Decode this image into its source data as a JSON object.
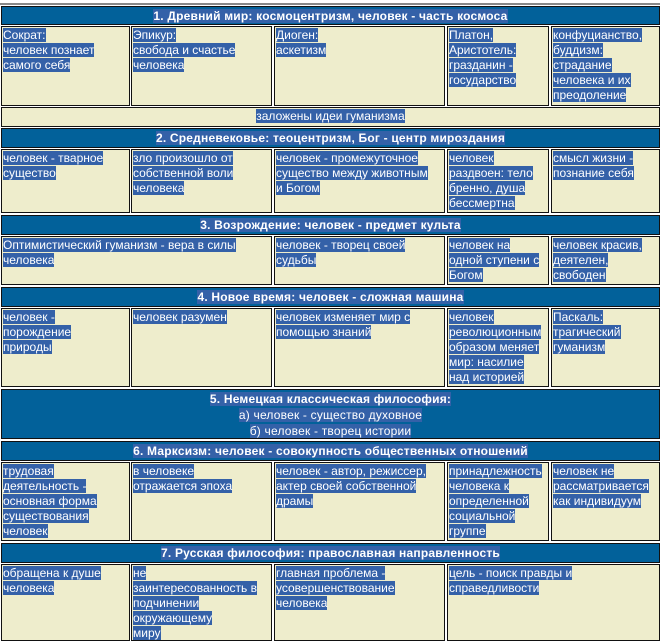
{
  "sections": [
    {
      "header": [
        "1.     Древний мир: космоцентризм, человек - часть космоса"
      ],
      "layout": "5",
      "cells": [
        "Сократ:\nчеловек познает\nсамого себя",
        "Эпикур:\nсвобода и счастье\nчеловека",
        "Диоген:\nаскетизм",
        "Платон,\nАристотель:\nгразданин -\nгосударство",
        "конфуцианство,\nбуддизм:\nстрадание\nчеловека и их\nпреодоление"
      ],
      "footer": "заложены идеи гуманизма"
    },
    {
      "header": [
        "2.     Средневековье: теоцентризм, Бог - центр мироздания"
      ],
      "layout": "5",
      "cells": [
        "человек - тварное\nсущество",
        "зло произошло от\nсобственной воли\nчеловека",
        "человек - промежуточное\nсущество между животным\nи Богом",
        "человек\nраздвоен: тело\nбренно, душа\nбессмертна",
        "смысл жизни -\nпознание себя"
      ]
    },
    {
      "header": [
        "3.     Возрождение: человек - предмет культа"
      ],
      "layout": "ab",
      "cells": [
        "Оптимистический гуманизм - вера в силы\nчеловека",
        "человек - творец своей\nсудьбы",
        "человек на\nодной ступени с\nБогом",
        "человек красив,\nдеятелен,\nсвободен"
      ]
    },
    {
      "header": [
        "4.     Новое время: человек - сложная машина"
      ],
      "layout": "5",
      "cells": [
        "человек -\nпорождение\nприроды",
        "человек разумен",
        "человек изменяет мир с\nпомощью знаний",
        "человек\nреволюционным\nобразом меняет\nмир: насилие\nнад историей",
        "Паскаль:\nтрагический\nгуманизм"
      ]
    },
    {
      "header": [
        "5.     Немецкая классическая философия:",
        "а)    человек - существо духовное",
        "б)    человек - творец истории"
      ],
      "layout": "none",
      "cells": []
    },
    {
      "header": [
        "6.     Марксизм: человек - совокупность общественных отношений"
      ],
      "layout": "5",
      "cells": [
        "трудовая\nдеятельность -\nосновная форма\nсуществования\nчеловек",
        "в человеке\nотражается эпоха",
        "человек - автор, режиссер,\nактер своей собственной\nдрамы",
        "принадлежность\nчеловека к\nопределенной\nсоциальной\nгруппе",
        "человек не\nрассматривается\nкак индивидуум"
      ]
    },
    {
      "header": [
        "7.     Русская философия: православная направленность"
      ],
      "layout": "de",
      "cells": [
        "обращена к душе\nчеловека",
        "не\nзаинтересованность в\nподчинении\nокружающему\nмиру",
        "главная проблема -\nусовершенствование\nчеловека",
        "цель - поиск правды и\nсправедливости"
      ]
    }
  ],
  "colors": {
    "header": "#02619a",
    "cell": "#eeedcc",
    "selection": "#3461a8"
  }
}
